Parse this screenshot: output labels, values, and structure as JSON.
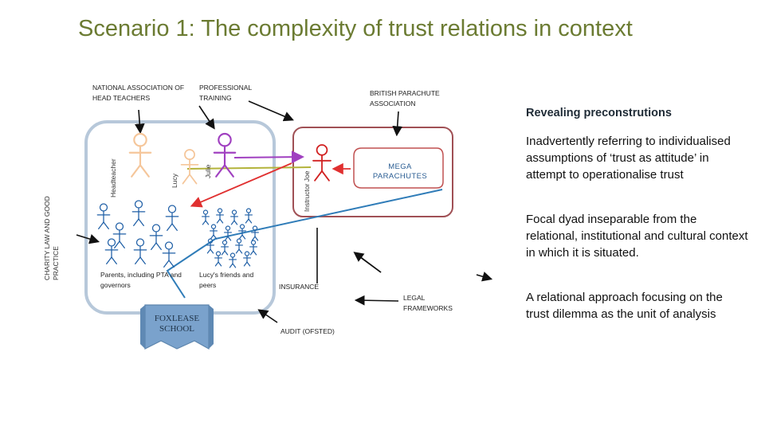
{
  "slide": {
    "title": "Scenario 1: The complexity of trust relations in context"
  },
  "diagram": {
    "labels": {
      "national_association": "NATIONAL ASSOCIATION OF HEAD TEACHERS",
      "professional_training": "PROFESSIONAL TRAINING",
      "british_parachute": "BRITISH PARACHUTE ASSOCIATION",
      "charity_law": "CHARITY LAW AND GOOD PRACTICE",
      "headteacher": "Headteacher",
      "lucy": "Lucy",
      "julie": "Julie",
      "instructor_joe": "Instructor Joe",
      "mega_parachutes": "MEGA PARACHUTES",
      "parents": "Parents, including PTA and governors",
      "lucys_friends": "Lucy's friends and peers",
      "foxlease_school": "FOXLEASE SCHOOL",
      "insurance": "INSURANCE",
      "legal_frameworks": "LEGAL FRAMEWORKS",
      "audit": "AUDIT (OFSTED)"
    },
    "colors": {
      "school_border": "#b7c8da",
      "mega_border": "#a05055",
      "headteacher": "#f5c69a",
      "lucy": "#f5c69a",
      "julie": "#a040c0",
      "instructor": "#d12020",
      "blue_figures": "#1f5fa6",
      "banner": "#7aa2cc",
      "connector_blue": "#2f7cb8",
      "connector_olive": "#b3b33b",
      "arrow_purple": "#a040c0",
      "arrow_red": "#e03030",
      "arrow_black": "#111111"
    }
  },
  "sidebar": {
    "heading": "Revealing preconstrutions",
    "points": [
      "Inadvertently referring to individualised assumptions of ‘trust as attitude’ in attempt to operationalise trust",
      "Focal dyad inseparable from the relational, institutional and cultural context in which it is situated.",
      "A relational approach focusing on the trust dilemma as the unit of analysis"
    ]
  }
}
